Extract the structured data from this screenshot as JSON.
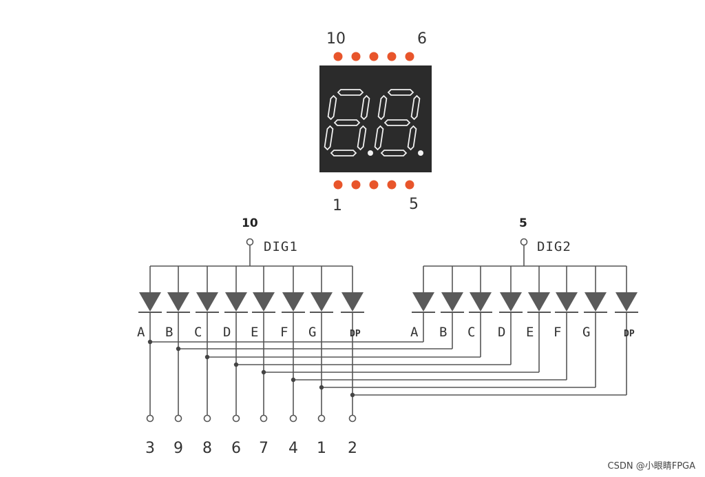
{
  "display": {
    "top_left_pin": "10",
    "top_right_pin": "6",
    "bottom_left_pin": "1",
    "bottom_right_pin": "5",
    "body_color": "#2b2b2b",
    "pin_color": "#e8552b",
    "segment_color": "#f2f2f2"
  },
  "schematic": {
    "digit1": {
      "com_pin": "10",
      "com_label": "DIG1"
    },
    "digit2": {
      "com_pin": "5",
      "com_label": "DIG2"
    },
    "segments": [
      "A",
      "B",
      "C",
      "D",
      "E",
      "F",
      "G",
      "DP"
    ],
    "bottom_pins": [
      "3",
      "9",
      "8",
      "6",
      "7",
      "4",
      "1",
      "2"
    ]
  },
  "watermark": "CSDN @小眼睛FPGA"
}
